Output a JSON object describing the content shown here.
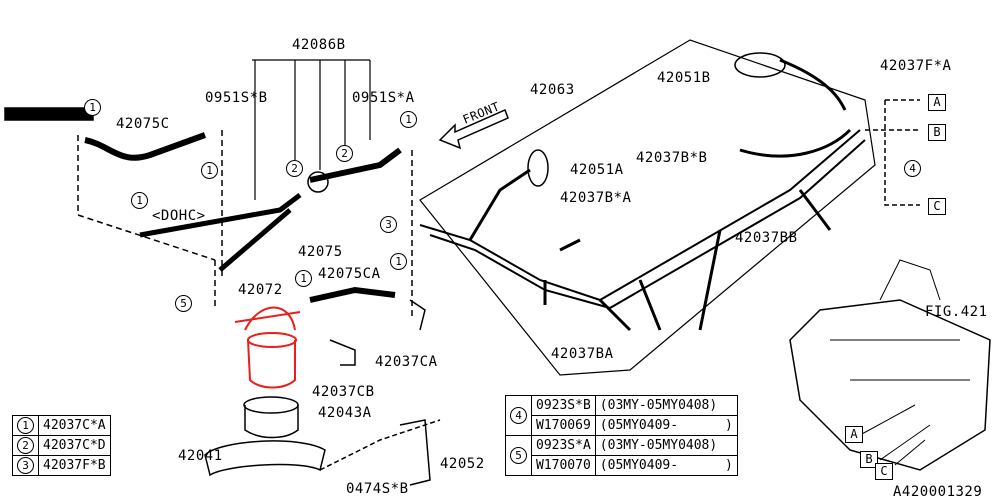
{
  "labels": {
    "p42086B": "42086B",
    "p0951SB": "0951S*B",
    "p0951SA": "0951S*A",
    "p42075C": "42075C",
    "dohc": "<DOHC>",
    "p42075": "42075",
    "p42075CA": "42075CA",
    "p42072": "42072",
    "p42037CA": "42037CA",
    "p42037CB": "42037CB",
    "p42043A": "42043A",
    "p42041": "42041",
    "p42052": "42052",
    "p0474SB": "0474S*B",
    "p42063": "42063",
    "p42051B": "42051B",
    "p42037FA": "42037F*A",
    "p42051A": "42051A",
    "p42037BB_star": "42037B*B",
    "p42037BA_star": "42037B*A",
    "p42037BB": "42037BB",
    "p42037BA": "42037BA",
    "fig421": "FIG.421",
    "front": "FRONT",
    "drawing_id": "A420001329"
  },
  "refs": {
    "a": "A",
    "b": "B",
    "c": "C",
    "n1": "1",
    "n2": "2",
    "n3": "3",
    "n4": "4",
    "n5": "5"
  },
  "legend_left": [
    {
      "num": "1",
      "part": "42037C*A"
    },
    {
      "num": "2",
      "part": "42037C*D"
    },
    {
      "num": "3",
      "part": "42037F*B"
    }
  ],
  "legend_right": [
    {
      "num": "4",
      "rows": [
        {
          "part": "0923S*B",
          "range": "(03MY-05MY0408)"
        },
        {
          "part": "W170069",
          "range": "(05MY0409-      )"
        }
      ]
    },
    {
      "num": "5",
      "rows": [
        {
          "part": "0923S*A",
          "range": "(03MY-05MY0408)"
        },
        {
          "part": "W170070",
          "range": "(05MY0409-      )"
        }
      ]
    }
  ],
  "colors": {
    "highlight": "#e8201c",
    "line": "#000000"
  }
}
